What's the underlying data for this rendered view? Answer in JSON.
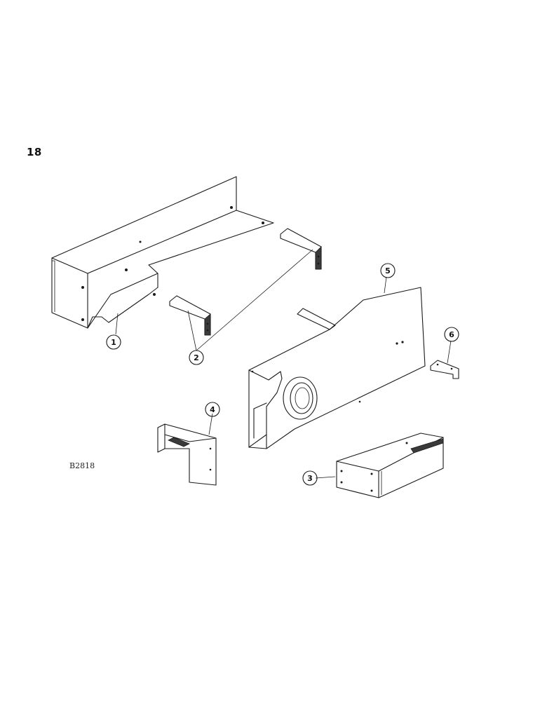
{
  "figure": {
    "page_number": "18",
    "drawing_code": "B2818"
  },
  "callouts": [
    {
      "id": "1",
      "part": "long-shield"
    },
    {
      "id": "2",
      "part": "support-brackets"
    },
    {
      "id": "3",
      "part": "end-cover"
    },
    {
      "id": "4",
      "part": "mounting-bracket"
    },
    {
      "id": "5",
      "part": "main-shield-with-bearing-opening"
    },
    {
      "id": "6",
      "part": "small-clip-bracket"
    }
  ]
}
